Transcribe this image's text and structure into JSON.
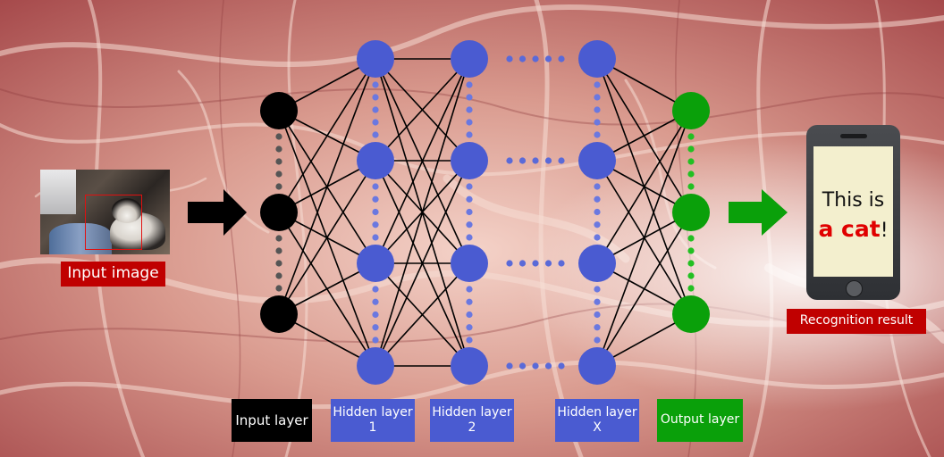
{
  "input_image_label": "Input image",
  "recognition_label": "Recognition result",
  "screen": {
    "line1": "This is",
    "highlight": "a cat",
    "suffix": "!"
  },
  "layers": [
    {
      "key": "input",
      "line1": "Input layer",
      "line2": "",
      "color": "#000000"
    },
    {
      "key": "hidden1",
      "line1": "Hidden layer",
      "line2": "1",
      "color": "#4a5bd1"
    },
    {
      "key": "hidden2",
      "line1": "Hidden layer",
      "line2": "2",
      "color": "#4a5bd1"
    },
    {
      "key": "hiddenX",
      "line1": "Hidden layer",
      "line2": "X",
      "color": "#4a5bd1"
    },
    {
      "key": "output",
      "line1": "Output layer",
      "line2": "",
      "color": "#0aa00a"
    }
  ],
  "icons": {
    "input_arrow": "arrow-right-icon",
    "output_arrow": "arrow-right-icon",
    "phone": "smartphone-icon",
    "photo": "cat-photo"
  },
  "colors": {
    "input_node": "#000000",
    "hidden_node": "#4a5bd1",
    "output_node": "#0aa00a",
    "label_red": "#c00000",
    "highlight_red": "#e00000"
  }
}
